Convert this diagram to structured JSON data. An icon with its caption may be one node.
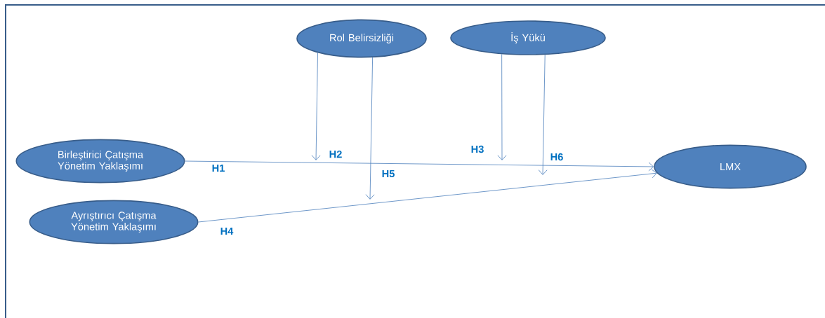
{
  "diagram": {
    "nodes": [
      {
        "text": [
          "Rol Belirsizliği"
        ]
      },
      {
        "text": [
          "İş Yükü"
        ]
      },
      {
        "text": [
          "Birleştirici Çatışma Yönetim Yaklaşımı"
        ]
      },
      {
        "text": [
          "LMX"
        ]
      },
      {
        "text": [
          "Ayrıştırıcı Çatışma Yönetim Yaklaşımı"
        ]
      }
    ],
    "edges": [
      {
        "from": 2,
        "to": 3,
        "arrow": "to",
        "label": "H1"
      },
      {
        "from": 0,
        "to": null,
        "arrow": "to",
        "label": "H2"
      },
      {
        "from": 1,
        "to": null,
        "arrow": "to",
        "label": "H3"
      },
      {
        "from": 4,
        "to": 3,
        "arrow": "to",
        "label": "H4"
      },
      {
        "from": 0,
        "to": null,
        "arrow": "to",
        "label": "H5"
      },
      {
        "from": 1,
        "to": null,
        "arrow": "to",
        "label": "H6"
      }
    ]
  }
}
